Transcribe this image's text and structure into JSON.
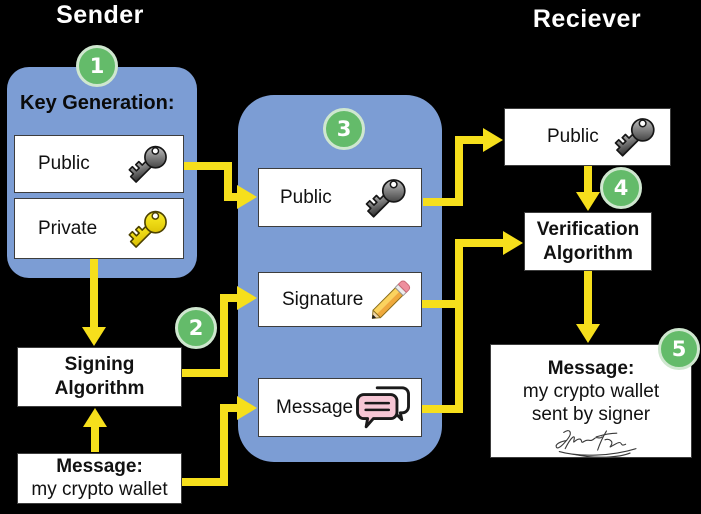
{
  "titles": {
    "sender": "Sender",
    "receiver": "Reciever"
  },
  "steps": [
    "1",
    "2",
    "3",
    "4",
    "5"
  ],
  "colors": {
    "background": "#000000",
    "panel_blue": "#7C9DD4",
    "step_green": "#64BB6A",
    "arrow_yellow": "#F6DF1C",
    "box_white": "#FFFFFF"
  },
  "sender": {
    "key_generation": {
      "title": "Key Generation:",
      "public_label": "Public",
      "public_icon": "gray-key-icon",
      "private_label": "Private",
      "private_icon": "yellow-key-icon"
    },
    "signing_algorithm": {
      "line1": "Signing",
      "line2": "Algorithm"
    },
    "message": {
      "title": "Message:",
      "body": "my crypto wallet"
    }
  },
  "transfer": {
    "public": {
      "label": "Public",
      "icon": "gray-key-icon"
    },
    "signature": {
      "label": "Signature",
      "icon": "pencil-icon"
    },
    "message": {
      "label": "Message",
      "icon": "chat-bubbles-icon"
    }
  },
  "receiver": {
    "public": {
      "label": "Public",
      "icon": "gray-key-icon"
    },
    "verification_algorithm": {
      "line1": "Verification",
      "line2": "Algorithm"
    },
    "message": {
      "title": "Message:",
      "line1": "my crypto wallet",
      "line2": "sent by signer",
      "signature": "handwritten-signature"
    }
  }
}
